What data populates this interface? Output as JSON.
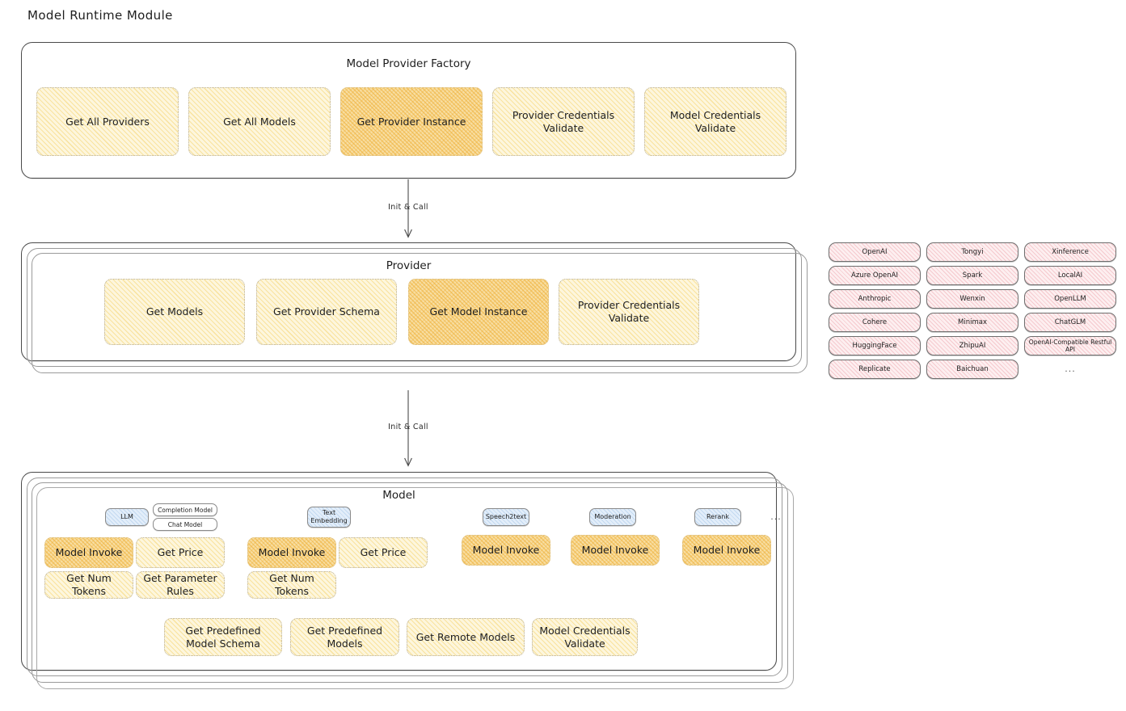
{
  "page": {
    "title": "Model Runtime Module"
  },
  "factory": {
    "title": "Model Provider Factory",
    "ops": [
      {
        "label": "Get All Providers",
        "highlight": false
      },
      {
        "label": "Get All Models",
        "highlight": false
      },
      {
        "label": "Get Provider Instance",
        "highlight": true
      },
      {
        "label": "Provider Credentials Validate",
        "highlight": false
      },
      {
        "label": "Model Credentials Validate",
        "highlight": false
      }
    ]
  },
  "arrows": {
    "factory_to_provider": "Init & Call",
    "provider_to_model": "Init & Call"
  },
  "provider": {
    "title": "Provider",
    "ops": [
      {
        "label": "Get Models",
        "highlight": false
      },
      {
        "label": "Get Provider Schema",
        "highlight": false
      },
      {
        "label": "Get Model Instance",
        "highlight": true
      },
      {
        "label": "Provider Credentials Validate",
        "highlight": false
      }
    ]
  },
  "provider_list": {
    "columns": [
      [
        "OpenAI",
        "Azure OpenAI",
        "Anthropic",
        "Cohere",
        "HuggingFace",
        "Replicate"
      ],
      [
        "Tongyi",
        "Spark",
        "Wenxin",
        "Minimax",
        "ZhipuAI",
        "Baichuan"
      ],
      [
        "Xinference",
        "LocalAI",
        "OpenLLM",
        "ChatGLM",
        "OpenAI-Compatible Restful API"
      ]
    ],
    "more": "..."
  },
  "model": {
    "title": "Model",
    "more": "...",
    "types": [
      {
        "name": "LLM",
        "subtypes": [
          "Completion Model",
          "Chat Model"
        ],
        "ops": [
          {
            "label": "Model Invoke",
            "highlight": true
          },
          {
            "label": "Get Price",
            "highlight": false
          },
          {
            "label": "Get Num Tokens",
            "highlight": false
          },
          {
            "label": "Get Parameter Rules",
            "highlight": false
          }
        ]
      },
      {
        "name": "Text Embedding",
        "subtypes": [],
        "ops": [
          {
            "label": "Model Invoke",
            "highlight": true
          },
          {
            "label": "Get Price",
            "highlight": false
          },
          {
            "label": "Get Num Tokens",
            "highlight": false
          }
        ]
      },
      {
        "name": "Speech2text",
        "subtypes": [],
        "ops": [
          {
            "label": "Model Invoke",
            "highlight": true
          }
        ]
      },
      {
        "name": "Moderation",
        "subtypes": [],
        "ops": [
          {
            "label": "Model Invoke",
            "highlight": true
          }
        ]
      },
      {
        "name": "Rerank",
        "subtypes": [],
        "ops": [
          {
            "label": "Model Invoke",
            "highlight": true
          }
        ]
      }
    ],
    "common_ops": [
      {
        "label": "Get Predefined Model Schema",
        "highlight": false
      },
      {
        "label": "Get Predefined Models",
        "highlight": false
      },
      {
        "label": "Get Remote Models",
        "highlight": false
      },
      {
        "label": "Model Credentials Validate",
        "highlight": false
      }
    ]
  },
  "colors": {
    "op_fill": "#fdf6dd",
    "op_highlight_fill": "#f8dea2",
    "provider_chip_fill": "#fdeff0",
    "model_badge_fill": "#e3eefa",
    "stroke": "#4a4a4a"
  }
}
